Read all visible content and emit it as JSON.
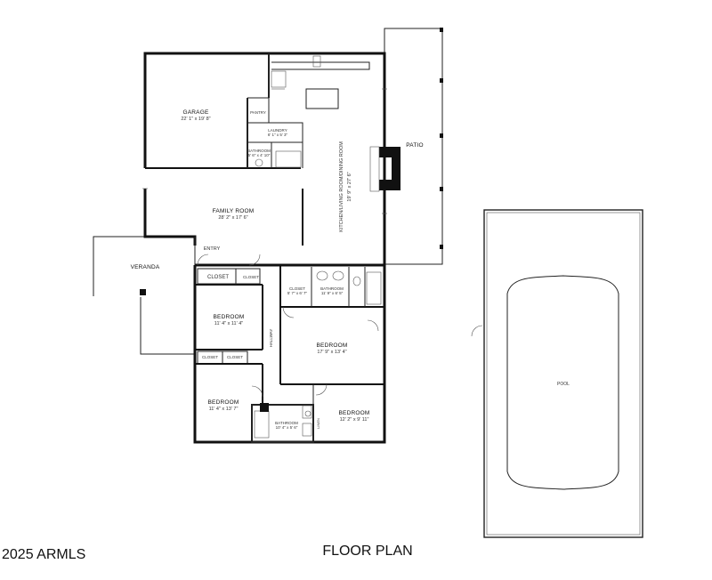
{
  "rooms": {
    "garage": {
      "name": "GARAGE",
      "dims": "22' 1\" x 19' 8\""
    },
    "pantry": {
      "name": "PANTRY"
    },
    "laundry": {
      "name": "LAUNDRY",
      "dims": "6' 1\" x 5' 3\""
    },
    "bathroom_small": {
      "name": "BATHROOM",
      "dims": "5' 6\" x 4' 10\""
    },
    "kitchen": {
      "name": "KITCHEN/LIVING ROOM/DINING ROOM",
      "dims": "19' 9\" x 27' 6\""
    },
    "patio": {
      "name": "PATIO"
    },
    "family": {
      "name": "FAMILY ROOM",
      "dims": "28' 2\" x 17' 6\""
    },
    "entry": {
      "name": "ENTRY"
    },
    "veranda": {
      "name": "VERANDA"
    },
    "closet_a": {
      "name": "CLOSET"
    },
    "closet_b": {
      "name": "CLOSET"
    },
    "closet_master": {
      "name": "CLOSET",
      "dims": "5' 7\" x 6' 7\""
    },
    "bath_master": {
      "name": "BATHROOM",
      "dims": "11' 9\" x 6' 5\""
    },
    "bedroom_1": {
      "name": "BEDROOM",
      "dims": "11' 4\" x 11' 4\""
    },
    "hallway": {
      "name": "HALLWAY"
    },
    "bedroom_master": {
      "name": "BEDROOM",
      "dims": "17' 9\" x 13' 4\""
    },
    "closet_c": {
      "name": "CLOSET"
    },
    "closet_d": {
      "name": "CLOSET"
    },
    "bedroom_2": {
      "name": "BEDROOM",
      "dims": "11' 4\" x 13' 7\""
    },
    "bath_hall": {
      "name": "BATHROOM",
      "dims": "10' 4\" x 5' 6\""
    },
    "linen": {
      "name": "LINEN"
    },
    "bedroom_3": {
      "name": "BEDROOM",
      "dims": "12' 2\" x 9' 11\""
    },
    "pool": {
      "name": "POOL"
    }
  },
  "footer": {
    "copyright": "2025 ARMLS",
    "title": "FLOOR PLAN"
  }
}
